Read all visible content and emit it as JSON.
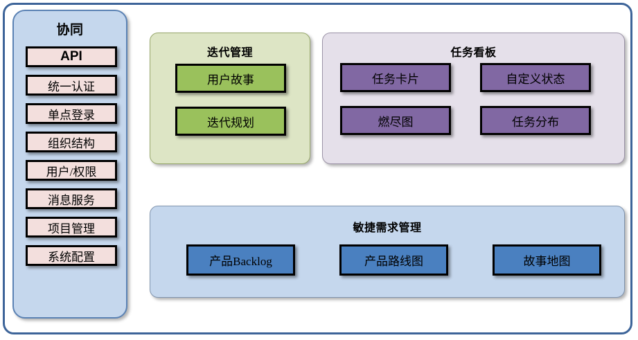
{
  "diagram": {
    "sidebar": {
      "title": "协同",
      "items": [
        {
          "label": "API",
          "emphasis": "bold"
        },
        {
          "label": "统一认证",
          "emphasis": "normal"
        },
        {
          "label": "单点登录",
          "emphasis": "normal"
        },
        {
          "label": "组织结构",
          "emphasis": "normal"
        },
        {
          "label": "用户/权限",
          "emphasis": "normal"
        },
        {
          "label": "消息服务",
          "emphasis": "normal"
        },
        {
          "label": "项目管理",
          "emphasis": "normal"
        },
        {
          "label": "系统配置",
          "emphasis": "normal"
        }
      ]
    },
    "iteration": {
      "title": "迭代管理",
      "items": [
        {
          "label": "用户故事"
        },
        {
          "label": "迭代规划"
        }
      ]
    },
    "taskboard": {
      "title": "任务看板",
      "items": [
        {
          "label": "任务卡片"
        },
        {
          "label": "自定义状态"
        },
        {
          "label": "燃尽图"
        },
        {
          "label": "任务分布"
        }
      ]
    },
    "agile": {
      "title": "敏捷需求管理",
      "items": [
        {
          "label": "产品Backlog"
        },
        {
          "label": "产品路线图"
        },
        {
          "label": "故事地图"
        }
      ]
    },
    "colors": {
      "frame_border": "#3d6499",
      "sidebar_panel": "#c5d7ed",
      "sidebar_chip": "#f3dfdd",
      "iteration_panel": "#dde5c5",
      "iteration_chip": "#9ac15c",
      "taskboard_panel": "#e5e0ea",
      "taskboard_chip": "#8168a3",
      "agile_panel": "#c5d7ed",
      "agile_chip": "#4a80c0"
    }
  }
}
